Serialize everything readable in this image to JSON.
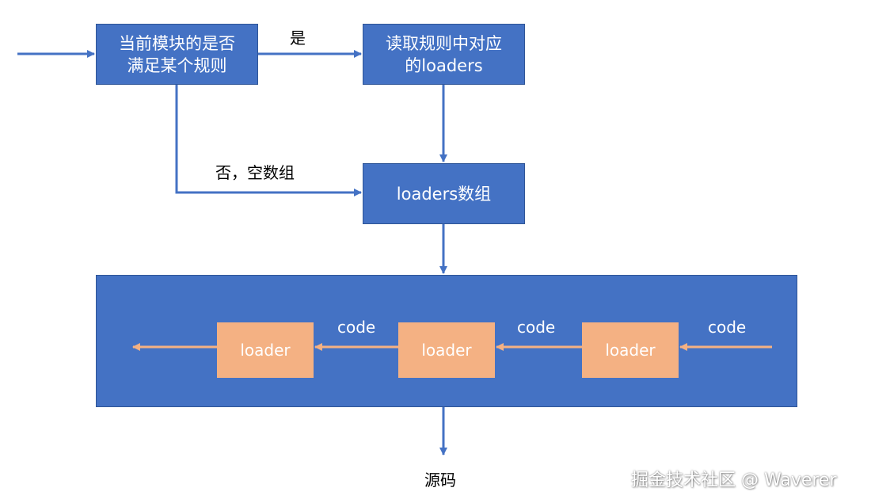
{
  "colors": {
    "box_fill": "#4472c4",
    "box_border": "#2f5597",
    "loader_fill": "#f4b183",
    "main_arrow": "#4472c4",
    "inner_arrow": "#f4b183"
  },
  "nodes": {
    "check_rule": "当前模块的是否\n满足某个规则",
    "read_loaders": "读取规则中对应\n的loaders",
    "loaders_array": "loaders数组",
    "loader_1": "loader",
    "loader_2": "loader",
    "loader_3": "loader"
  },
  "edges": {
    "yes": "是",
    "no_empty": "否，空数组",
    "code_1": "code",
    "code_2": "code",
    "code_3": "code",
    "output": "源码"
  },
  "watermark": "掘金技术社区 @ Waverer"
}
